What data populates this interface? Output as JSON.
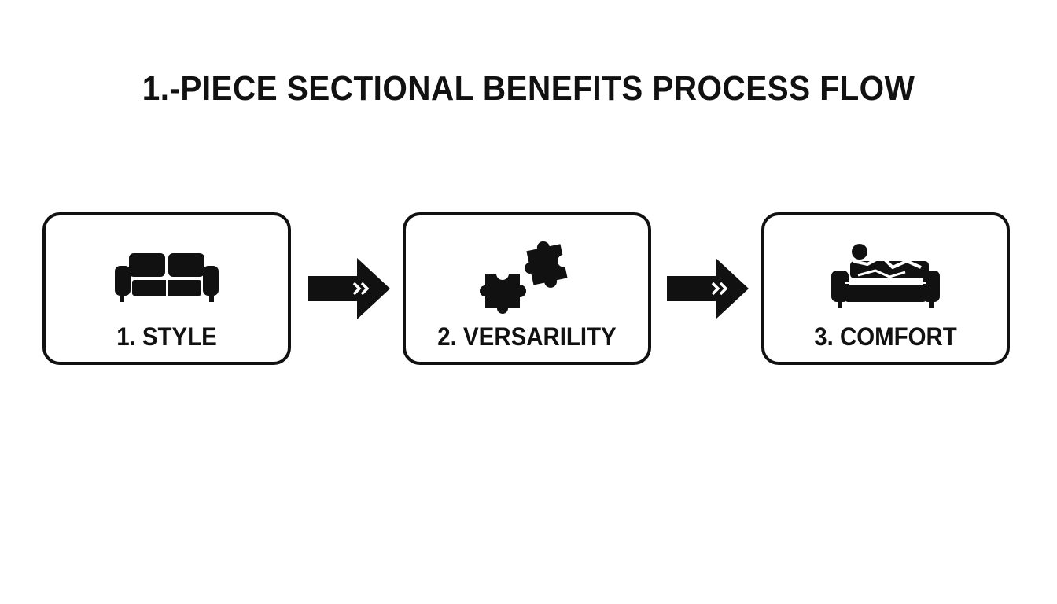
{
  "title": "1.-PIECE SECTIONAL BENEFITS PROCESS FLOW",
  "steps": [
    {
      "label": "1. STYLE",
      "icon": "sofa-icon"
    },
    {
      "label": "2. VERSARILITY",
      "icon": "puzzle-pieces-icon"
    },
    {
      "label": "3. COMFORT",
      "icon": "person-lounging-on-sofa-icon"
    }
  ],
  "colors": {
    "ink": "#111111",
    "background": "#ffffff"
  }
}
